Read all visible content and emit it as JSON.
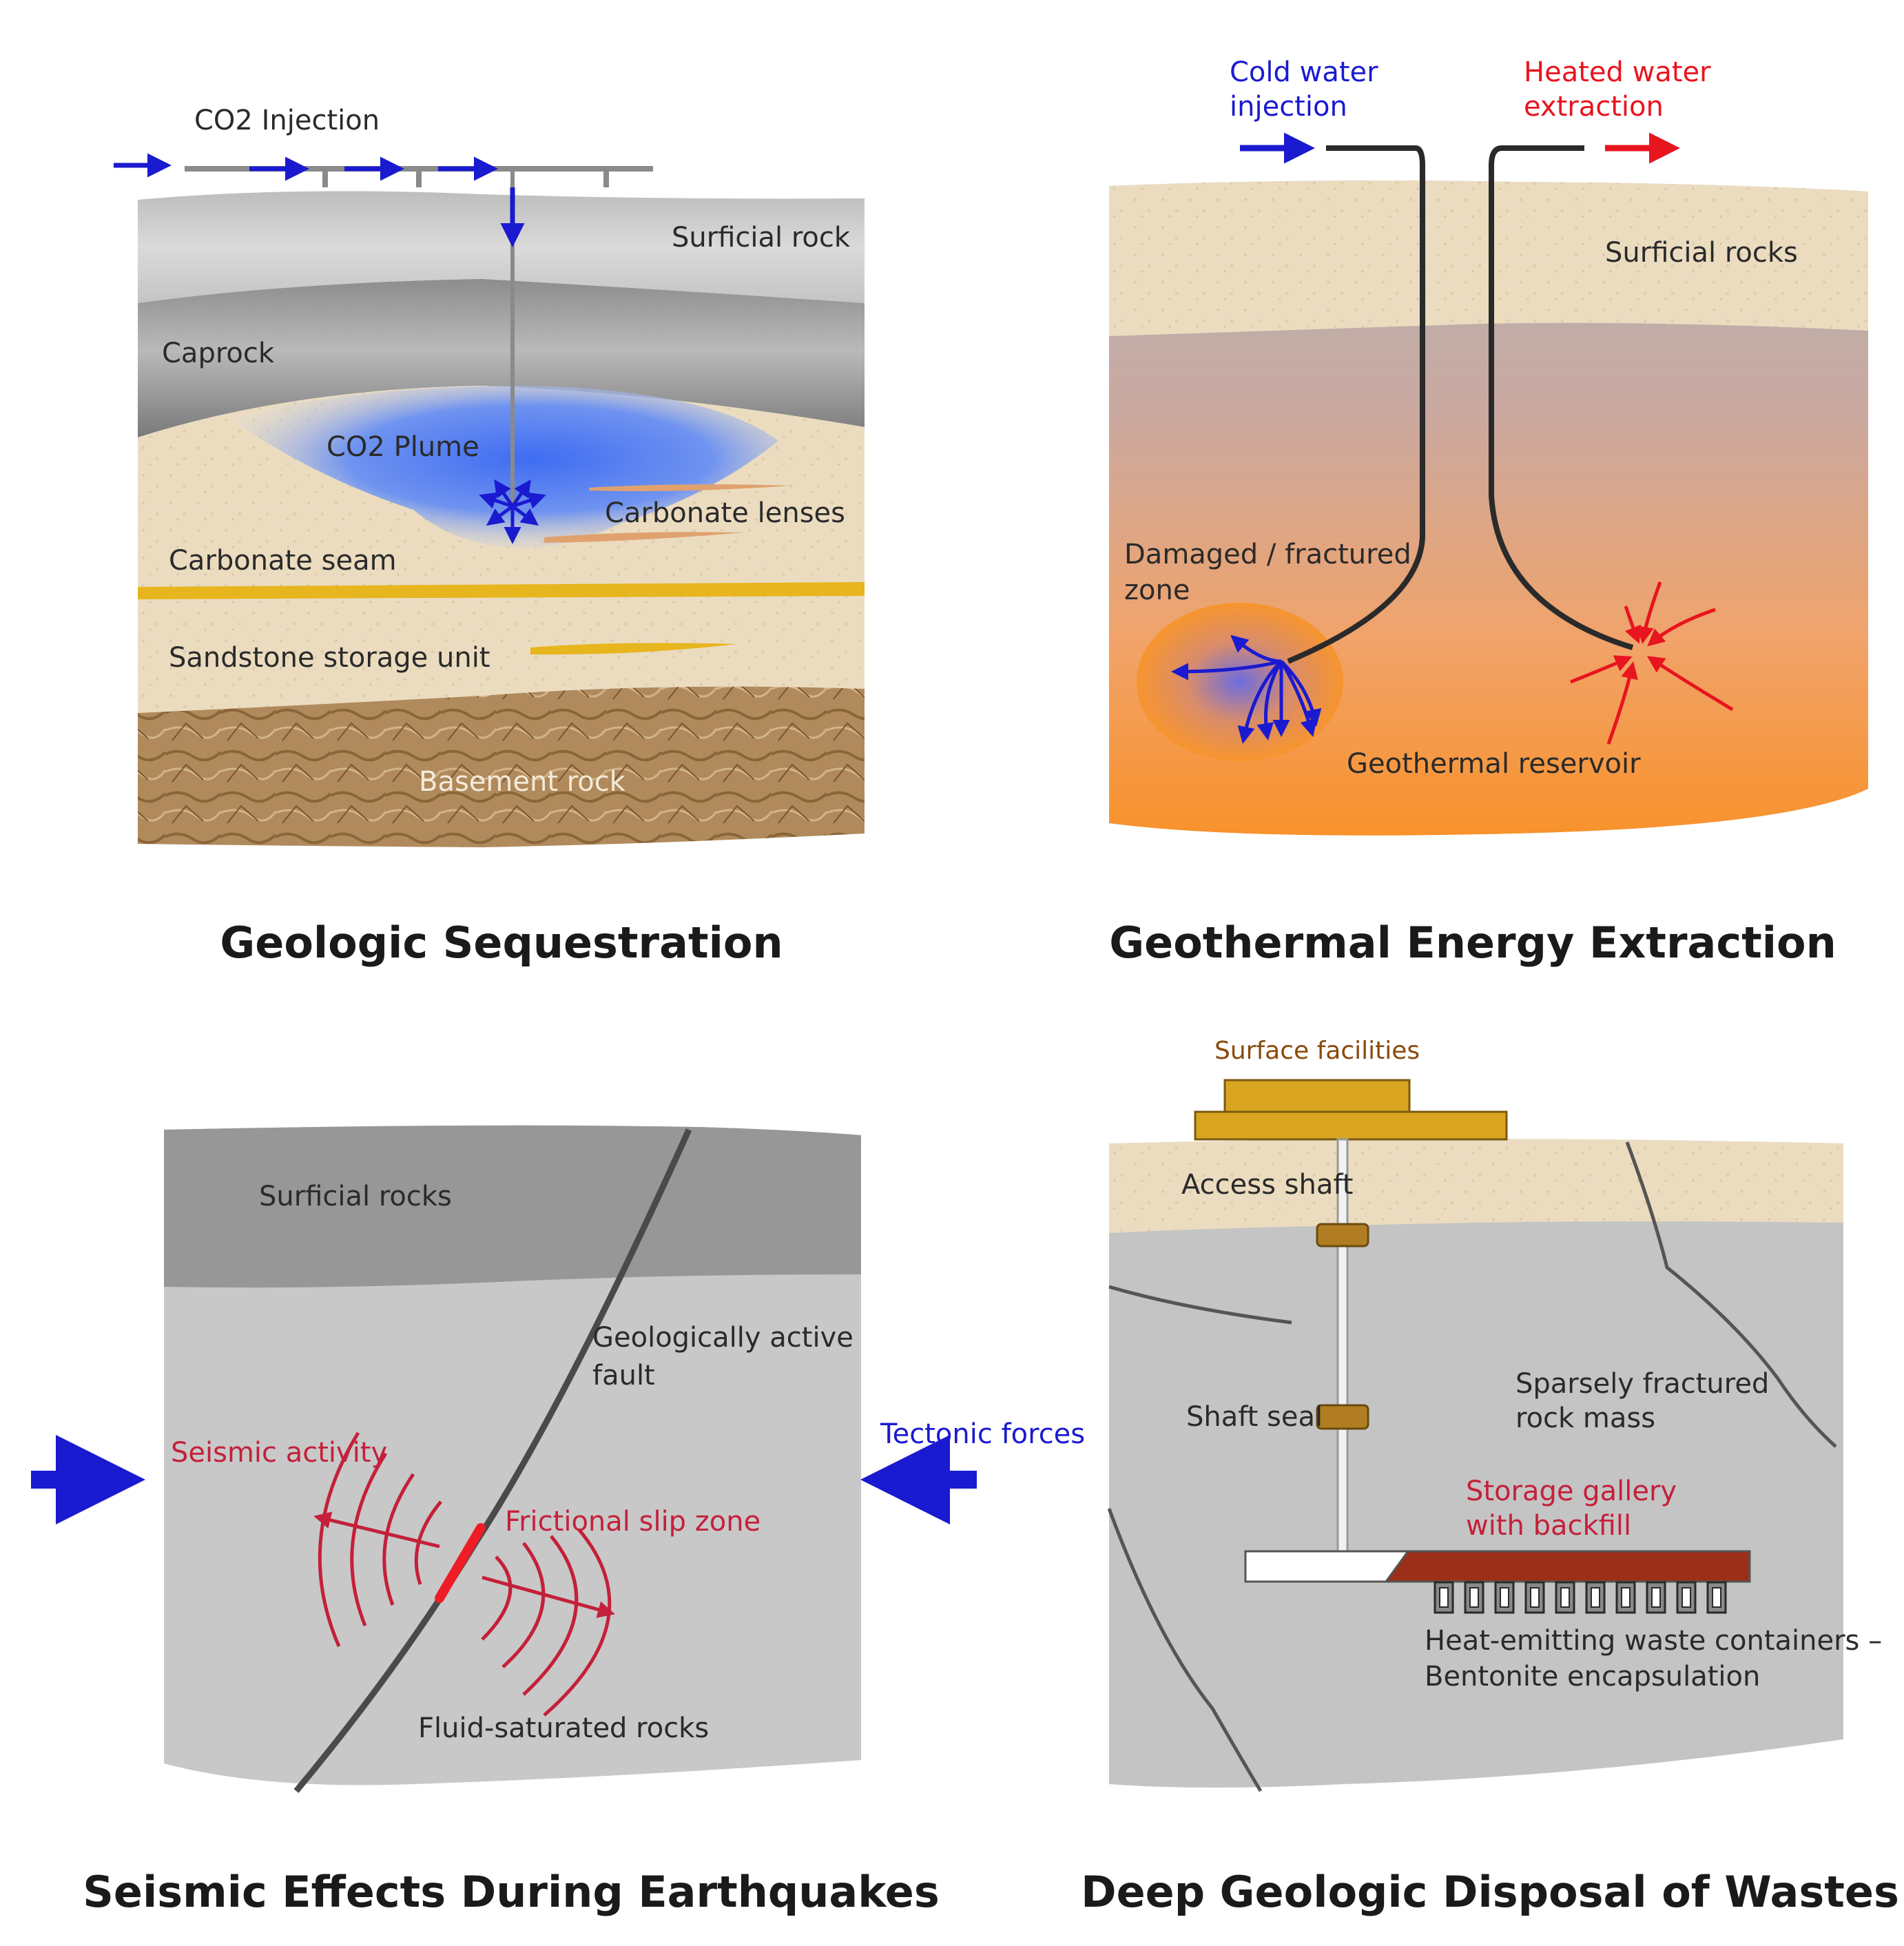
{
  "colors": {
    "injection_blue": "#1a1ad0",
    "heat_red": "#e8141e",
    "label_crimson": "#c4203a",
    "facility_gold": "#d9a521",
    "backfill_brown": "#9c2f17",
    "reservoir_orange": "#f5902a"
  },
  "sequestration": {
    "title": "Geologic Sequestration",
    "injection_label": "CO2 Injection",
    "surficial_rock": "Surficial rock",
    "caprock": "Caprock",
    "plume": "CO2 Plume",
    "carbonate_lenses": "Carbonate lenses",
    "carbonate_seam": "Carbonate seam",
    "sandstone_unit": "Sandstone storage unit",
    "basement_rock": "Basement rock"
  },
  "geothermal": {
    "title": "Geothermal Energy Extraction",
    "cold_injection_line1": "Cold water",
    "cold_injection_line2": "injection",
    "heated_extraction_line1": "Heated water",
    "heated_extraction_line2": "extraction",
    "surficial_rocks": "Surficial rocks",
    "damaged_zone_line1": "Damaged / fractured",
    "damaged_zone_line2": "zone",
    "reservoir": "Geothermal reservoir"
  },
  "seismic": {
    "title": "Seismic Effects During Earthquakes",
    "surficial_rocks": "Surficial rocks",
    "fault_line1": "Geologically active",
    "fault_line2": "fault",
    "seismic_activity": "Seismic activity",
    "slip_zone": "Frictional slip zone",
    "tectonic_forces": "Tectonic forces",
    "fluid_saturated": "Fluid-saturated rocks"
  },
  "disposal": {
    "title": "Deep Geologic Disposal of Wastes",
    "surface_facilities": "Surface facilities",
    "access_shaft": "Access shaft",
    "shaft_seal": "Shaft seal",
    "fractured_mass_line1": "Sparsely fractured",
    "fractured_mass_line2": "rock mass",
    "gallery_line1": "Storage gallery",
    "gallery_line2": "with backfill",
    "containers_line1": "Heat-emitting waste containers –",
    "containers_line2": "Bentonite encapsulation"
  }
}
